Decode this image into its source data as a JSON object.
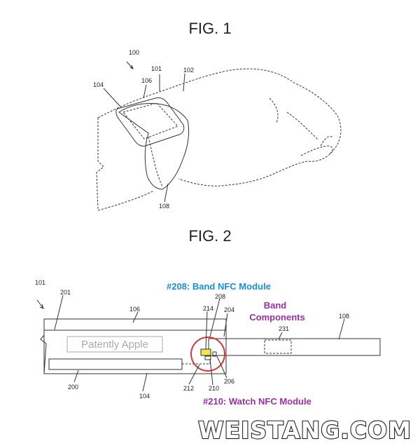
{
  "fig1": {
    "title": "FIG. 1",
    "labels": {
      "r100": "100",
      "r101": "101",
      "r102": "102",
      "r104": "104",
      "r106": "106",
      "r108": "108"
    }
  },
  "fig2": {
    "title": "FIG. 2",
    "labels": {
      "r101": "101",
      "r201": "201",
      "r106": "106",
      "r208": "208",
      "r214": "214",
      "r204": "204",
      "r231": "231",
      "r108": "108",
      "r200": "200",
      "r104": "104",
      "r212": "212",
      "r210": "210",
      "r206": "206"
    },
    "watermark": "Patently Apple"
  },
  "annotations": {
    "band_nfc": "#208: Band NFC Module",
    "band_components": [
      "Band",
      "Components"
    ],
    "watch_nfc": "#210: Watch NFC Module",
    "colors": {
      "blue": "#1b8fd6",
      "purple": "#9b2fa6",
      "circle": "#d9343a"
    }
  },
  "brand": "WEISTANG.COM"
}
